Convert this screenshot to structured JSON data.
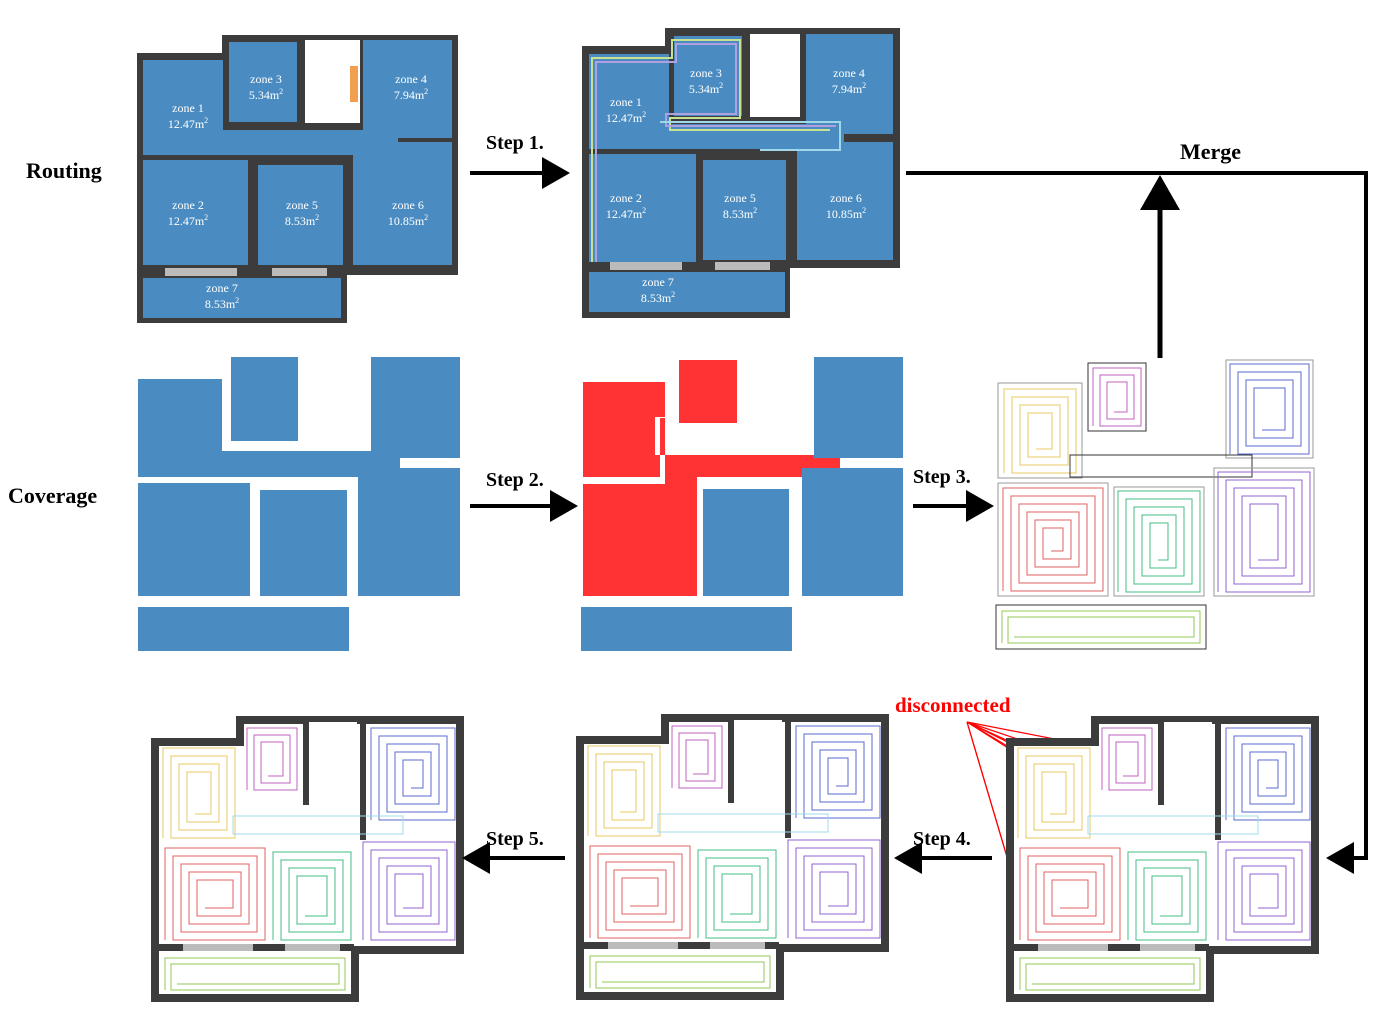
{
  "rows": {
    "routing": "Routing",
    "coverage": "Coverage"
  },
  "steps": {
    "step1": "Step 1.",
    "step2": "Step 2.",
    "step3": "Step 3.",
    "step4": "Step 4.",
    "step5": "Step 5.",
    "merge": "Merge"
  },
  "annotation": "disconnected",
  "zones": [
    {
      "name": "zone 1",
      "area": "12.47m"
    },
    {
      "name": "zone 2",
      "area": "12.47m"
    },
    {
      "name": "zone 3",
      "area": "5.34m"
    },
    {
      "name": "zone 4",
      "area": "7.94m"
    },
    {
      "name": "zone 5",
      "area": "8.53m"
    },
    {
      "name": "zone 6",
      "area": "10.85m"
    },
    {
      "name": "zone 7",
      "area": "8.53m"
    }
  ],
  "area_exponent": "2",
  "colors": {
    "zone_fill": "#4a8cc1",
    "merged_fill": "#ff3333",
    "wall": "#3c3c3c",
    "arrow": "#000000",
    "annotation": "#ff0000"
  }
}
